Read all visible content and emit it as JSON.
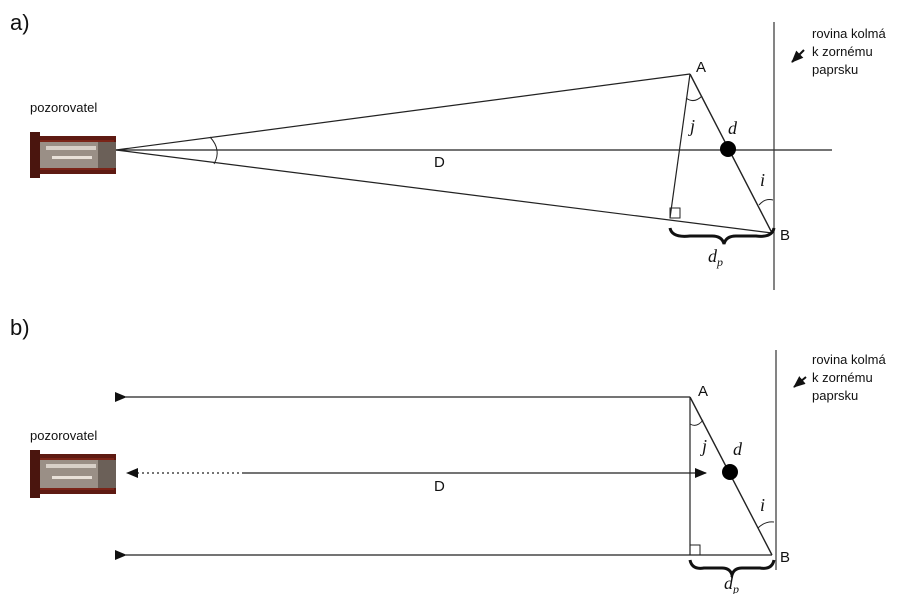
{
  "panel_a": {
    "tag": "a)",
    "observer": "pozorovatel",
    "distance": "D",
    "point_a": "A",
    "point_b": "B",
    "angle_j": "j",
    "angle_i": "i",
    "body": "d",
    "projected_base": "d",
    "projected_sub": "p",
    "plane_line1": "rovina kolmá",
    "plane_line2": "k zornému",
    "plane_line3": "paprsku"
  },
  "panel_b": {
    "tag": "b)",
    "observer": "pozorovatel",
    "distance": "D",
    "point_a": "A",
    "point_b": "B",
    "angle_j": "j",
    "angle_i": "i",
    "body": "d",
    "projected_base": "d",
    "projected_sub": "p",
    "plane_line1": "rovina kolmá",
    "plane_line2": "k zornému",
    "plane_line3": "paprsku"
  },
  "colors": {
    "line": "#222222",
    "telescope_red": "#7a2418",
    "telescope_metal": "#9a8f86"
  }
}
